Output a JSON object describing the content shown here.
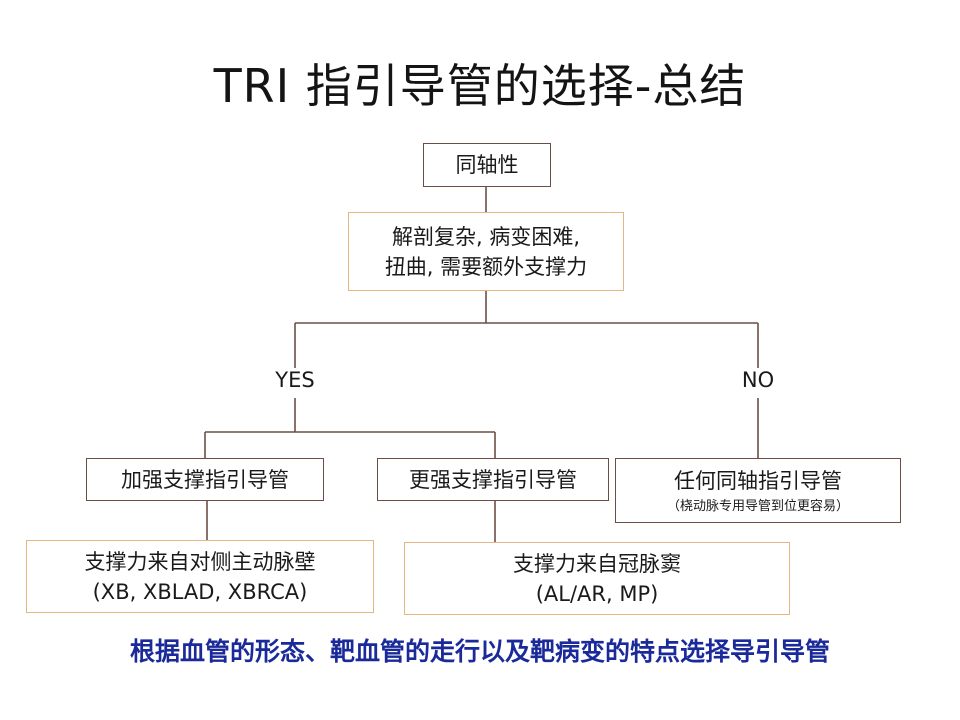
{
  "title": "TRI 指引导管的选择-总结",
  "nodes": {
    "root": "同轴性",
    "question_line1": "解剖复杂, 病变困难,",
    "question_line2": "扭曲, 需要额外支撑力",
    "yes_label": "YES",
    "no_label": "NO",
    "strong": "加强支撑指引导管",
    "stronger": "更强支撑指引导管",
    "any": "任何同轴指引导管",
    "any_note": "（桡动脉专用导管到位更容易）",
    "strong_detail_line1": "支撑力来自对侧主动脉壁",
    "strong_detail_line2": "(XB, XBLAD, XBRCA)",
    "stronger_detail_line1": "支撑力来自冠脉窦",
    "stronger_detail_line2": "(AL/AR, MP)"
  },
  "footer": "根据血管的形态、靶血管的走行以及靶病变的特点选择导引导管"
}
